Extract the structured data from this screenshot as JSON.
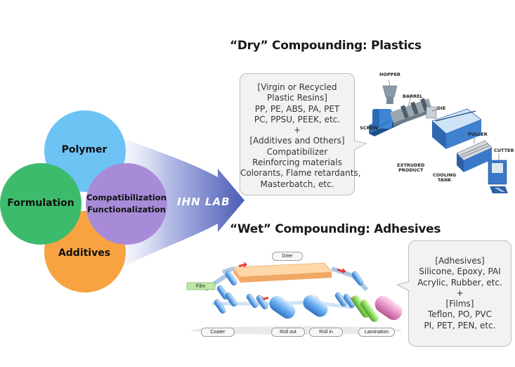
{
  "headings": {
    "dry": "“Dry” Compounding: Plastics",
    "wet": "“Wet” Compounding: Adhesives"
  },
  "venn": {
    "polymer": "Polymer",
    "formulation": "Formulation",
    "additives": "Additives",
    "center": [
      "Compatibilization",
      "Functionalization"
    ],
    "colors": {
      "polymer": "#6ec3f5",
      "formulation": "#3dbb6c",
      "additives": "#f7a341",
      "center": "#a88bd8"
    }
  },
  "logo": "IHN LAB",
  "dry_box": {
    "lines": [
      "[Virgin or Recycled",
      "Plastic Resins]",
      "PP, PE, ABS, PA, PET",
      "PC, PPSU, PEEK, etc.",
      "+",
      "[Additives and Others]",
      "Compatibilizer",
      "Reinforcing materials",
      "Colorants, Flame retardants,",
      "Masterbatch, etc."
    ]
  },
  "wet_box": {
    "lines": [
      "[Adhesives]",
      "Silicone, Epoxy, PAI",
      "Acrylic, Rubber, etc.",
      "+",
      "[Films]",
      "Teflon, PO, PVC",
      "PI, PET, PEN, etc."
    ]
  },
  "extruder_labels": {
    "hopper": "HOPPER",
    "barrel": "BARREL",
    "die": "DIE",
    "screw": "SCREW",
    "puller": "PULLER",
    "cutter": "CUTTER",
    "extruded_product": [
      "EXTRUDED",
      "PRODUCT"
    ],
    "cooling_tank": [
      "COOLING",
      "TANK"
    ]
  },
  "wet_labels": {
    "drier": "Drier",
    "film": "Film",
    "coater": "Coater",
    "roll_out": "Roll out",
    "roll_in": "Roll in",
    "lamination": "Lamination"
  }
}
